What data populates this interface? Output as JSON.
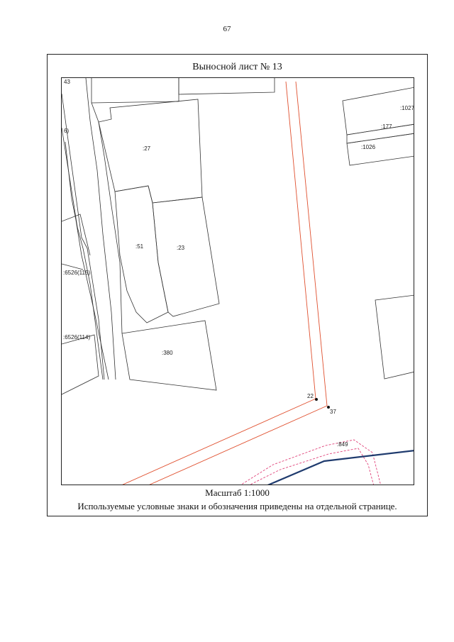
{
  "page": {
    "number": "67"
  },
  "sheet": {
    "title": "Выносной лист № 13",
    "scale": "Масштаб 1:1000",
    "legend_note": "Используемые условные знаки и обозначения приведены на отдельной странице."
  },
  "map": {
    "colors": {
      "parcel": "#333333",
      "zone": "#e0502f",
      "dashed": "#e0437a",
      "road": "#1f3b6e"
    },
    "labels": {
      "edge_43": "43",
      "edge_6": "6)",
      "p27": ":27",
      "p51": ":51",
      "p23": ":23",
      "p380": ":380",
      "p6526_115": ":6526(115)",
      "p6526_114": ":6526(114)",
      "p1027": ":1027",
      "p177": ":177",
      "p1026": ":1026",
      "p849": ":849",
      "pt22": "22",
      "pt37": "37"
    }
  }
}
